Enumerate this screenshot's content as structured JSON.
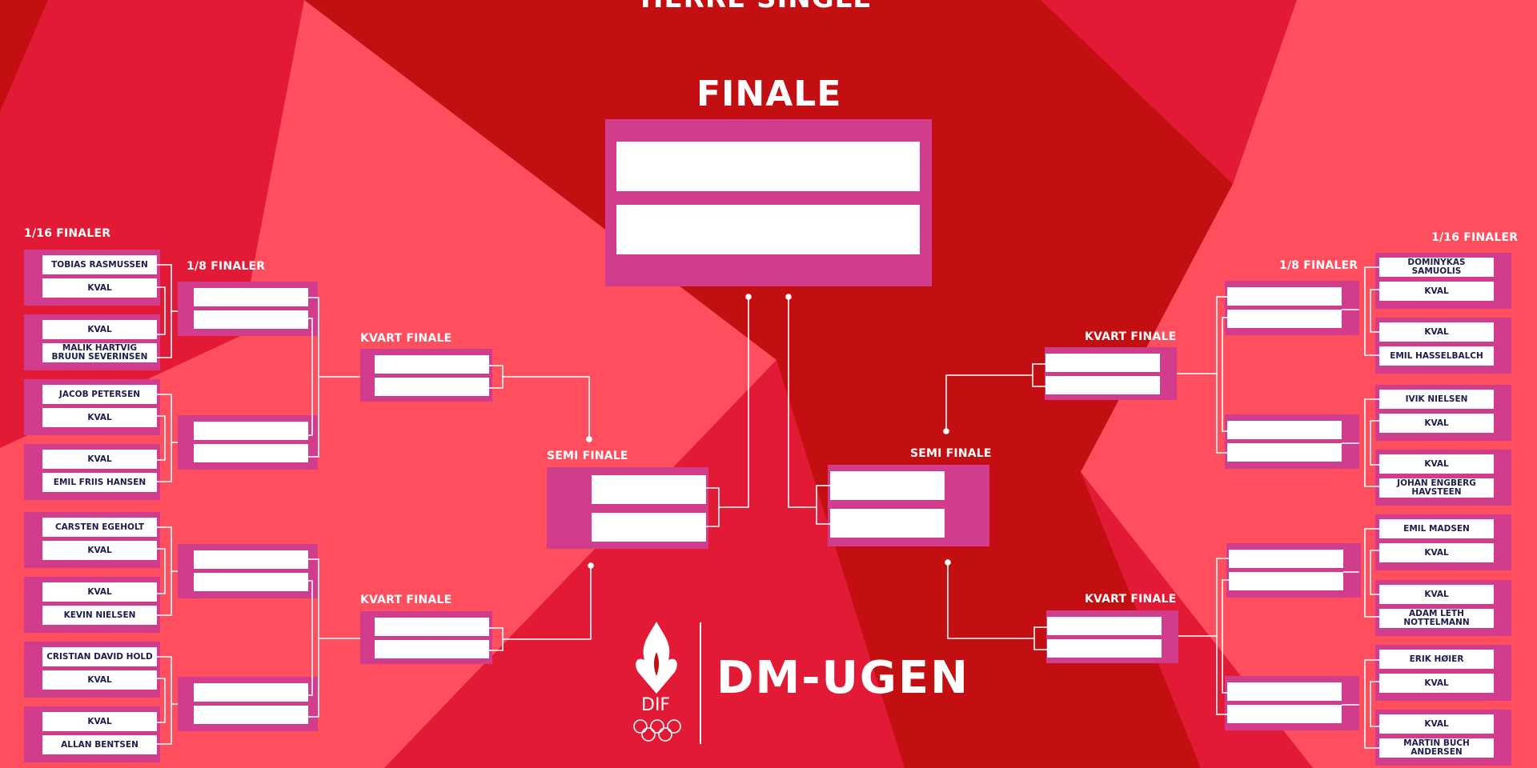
{
  "header": {
    "title": "HERRE SINGLE",
    "finale_label": "FINALE"
  },
  "labels": {
    "r16_left": "1/16 FINALER",
    "r8_left": "1/8 FINALER",
    "qf_left_top": "KVART FINALE",
    "qf_left_bottom": "KVART FINALE",
    "sf_left": "SEMI FINALE",
    "sf_right": "SEMI FINALE",
    "qf_right_top": "KVART FINALE",
    "qf_right_bottom": "KVART FINALE",
    "r8_right": "1/8 FINALER",
    "r16_right": "1/16 FINALER"
  },
  "left_r16": [
    [
      "TOBIAS RASMUSSEN",
      "KVAL"
    ],
    [
      "KVAL",
      "MALIK HARTVIG BRUUN SEVERINSEN"
    ],
    [
      "JACOB PETERSEN",
      "KVAL"
    ],
    [
      "KVAL",
      "EMIL FRIIS HANSEN"
    ],
    [
      "CARSTEN EGEHOLT",
      "KVAL"
    ],
    [
      "KVAL",
      "KEVIN NIELSEN"
    ],
    [
      "CRISTIAN DAVID HOLD",
      "KVAL"
    ],
    [
      "KVAL",
      "ALLAN BENTSEN"
    ]
  ],
  "right_r16": [
    [
      "DOMINYKAS SAMUOLIS",
      "KVAL"
    ],
    [
      "KVAL",
      "EMIL HASSELBALCH"
    ],
    [
      "IVIK NIELSEN",
      "KVAL"
    ],
    [
      "KVAL",
      "JOHAN ENGBERG HAVSTEEN"
    ],
    [
      "EMIL MADSEN",
      "KVAL"
    ],
    [
      "KVAL",
      "ADAM LETH NOTTELMANN"
    ],
    [
      "ERIK HØIER",
      "KVAL"
    ],
    [
      "KVAL",
      "MARTIN BUCH ANDERSEN"
    ]
  ],
  "logo": {
    "org": "DIF",
    "event": "DM-UGEN"
  },
  "colors": {
    "magenta": "#d23c8c",
    "red_dark": "#c40f12",
    "red_mid": "#e31a35",
    "red_light": "#ff4f5e"
  }
}
